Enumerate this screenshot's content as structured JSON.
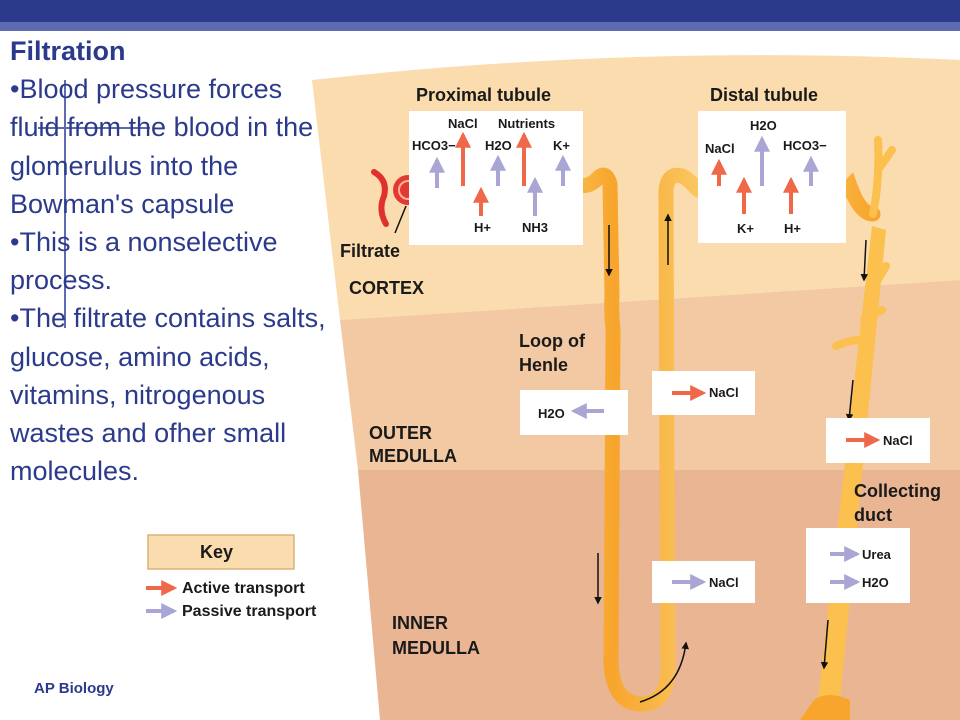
{
  "slide": {
    "title": "Filtration",
    "bullets": [
      "•Blood pressure forces fluid from the blood in the glomerulus into the Bowman's capsule",
      "•This is a nonselective process.",
      "•The filtrate contains salts, glucose, amino acids, vitamins, nitrogenous wastes and ofher small molecules."
    ],
    "footer": "AP Biology"
  },
  "diagram": {
    "regions": {
      "cortex": "CORTEX",
      "outer_medulla": "OUTER\nMEDULLA",
      "inner_medulla": "INNER\nMEDULLA"
    },
    "labels": {
      "proximal_tubule": "Proximal tubule",
      "distal_tubule": "Distal tubule",
      "filtrate": "Filtrate",
      "loop_of_henle": "Loop of\nHenle",
      "collecting_duct": "Collecting\nduct"
    },
    "proximal_substances": {
      "top": [
        "HCO3−",
        "NaCl",
        "H2O",
        "Nutrients",
        "K+"
      ],
      "bottom": [
        "H+",
        "NH3"
      ]
    },
    "distal_substances": {
      "top": [
        "NaCl",
        "H2O",
        "HCO3−"
      ],
      "bottom": [
        "K+",
        "H+"
      ]
    },
    "loop_boxes": [
      "H2O",
      "NaCl",
      "NaCl"
    ],
    "duct_boxes": [
      "NaCl",
      "Urea",
      "H2O"
    ],
    "key": {
      "title": "Key",
      "active": "Active transport",
      "passive": "Passive transport"
    },
    "colors": {
      "active_arrow": "#f0684a",
      "passive_arrow": "#a9a6d6",
      "cortex": "#fbdcae",
      "outer_medulla": "#f3c9a3",
      "inner_medulla": "#eab593",
      "tubule": "#fbc04e",
      "text_blue": "#2c3a8c"
    }
  }
}
